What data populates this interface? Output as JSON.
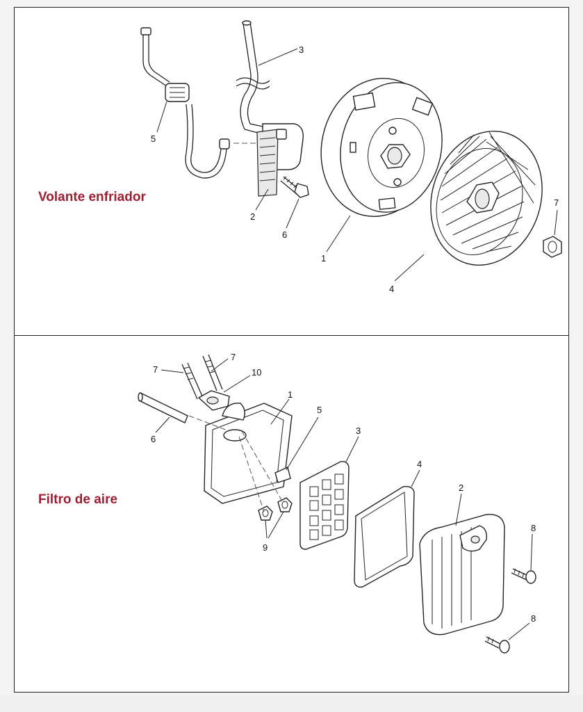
{
  "sections": [
    {
      "title": "Volante enfriador",
      "callouts": [
        "1",
        "2",
        "3",
        "4",
        "5",
        "6",
        "7"
      ]
    },
    {
      "title": "Filtro de aire",
      "callouts": [
        "1",
        "2",
        "3",
        "4",
        "5",
        "6",
        "7",
        "7",
        "8",
        "8",
        "9",
        "10"
      ]
    }
  ],
  "colors": {
    "title_red": "#a01e32",
    "line": "#222222"
  }
}
